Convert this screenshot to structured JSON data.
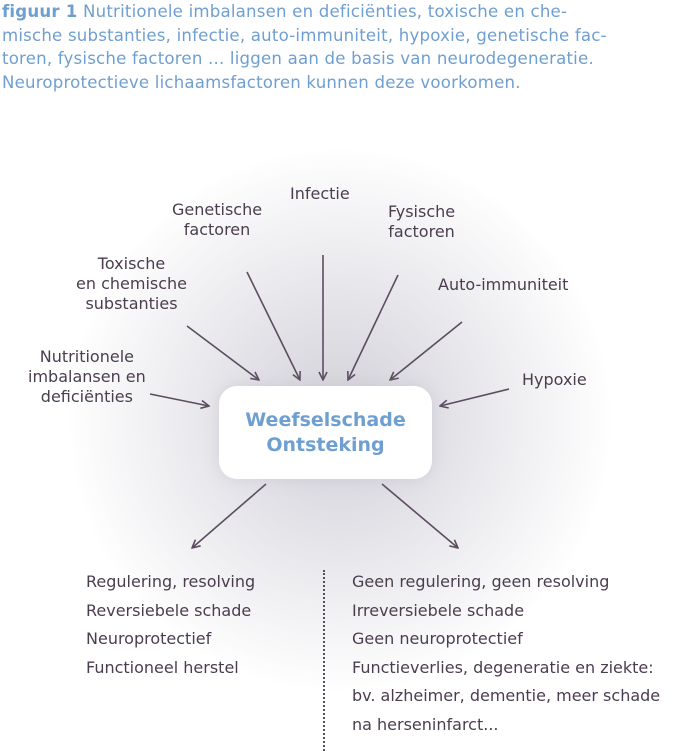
{
  "caption": {
    "label": "figuur 1",
    "lines": [
      " Nutritionele imbalansen en deficiënties, toxische en che-",
      "mische substanties, infectie, auto-immuniteit, hypoxie, genetische fac-",
      "toren, fysische factoren ... liggen aan de basis van neurodegeneratie.",
      "Neuroprotectieve lichaamsfactoren kunnen deze voorkomen."
    ]
  },
  "causes": {
    "nutritionele": [
      "Nutritionele",
      "imbalansen en",
      "deficiënties"
    ],
    "toxische": [
      "Toxische",
      "en chemische",
      "substanties"
    ],
    "genetische": [
      "Genetische",
      "factoren"
    ],
    "infectie": [
      "Infectie"
    ],
    "fysische": [
      "Fysische",
      "factoren"
    ],
    "auto_immuniteit": [
      "Auto-immuniteit"
    ],
    "hypoxie": [
      "Hypoxie"
    ]
  },
  "center": {
    "line1": "Weefselschade",
    "line2": "Ontsteking"
  },
  "outcomes": {
    "left": [
      "Regulering, resolving",
      "Reversiebele schade",
      "Neuroprotectief",
      "Functioneel herstel"
    ],
    "right": [
      "Geen regulering, geen resolving",
      "Irreversiebele schade",
      "Geen neuroprotectief",
      "Functieverlies, degeneratie en ziekte:",
      "bv. alzheimer, dementie, meer schade",
      "na herseninfarct..."
    ]
  },
  "colors": {
    "accent": "#6f9fd0",
    "text": "#4a3d4f",
    "arrow": "#5b4d60"
  }
}
